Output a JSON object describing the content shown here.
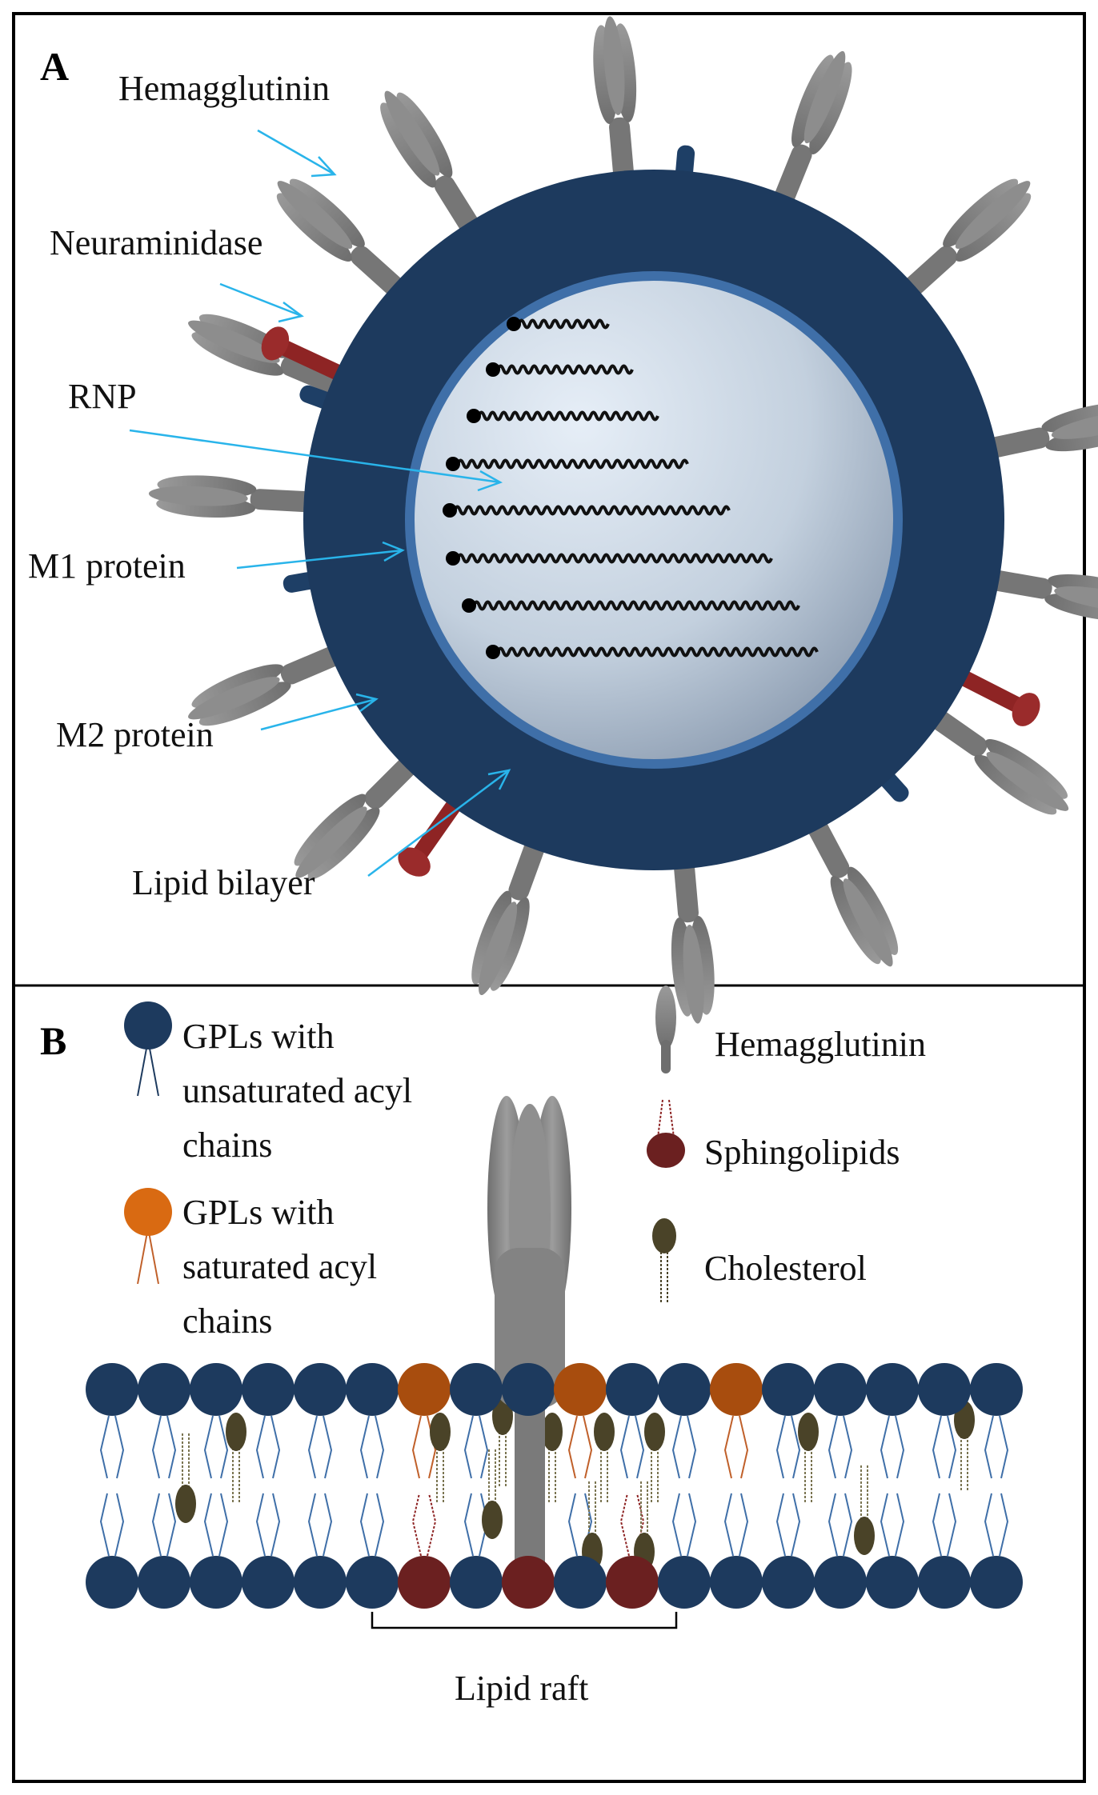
{
  "panel_a": {
    "letter": "A",
    "labels": {
      "hemagglutinin": "Hemagglutinin",
      "neuraminidase": "Neuraminidase",
      "rnp": "RNP",
      "m1": "M1 protein",
      "m2": "M2 protein",
      "lipid": "Lipid bilayer"
    }
  },
  "panel_b": {
    "letter": "B",
    "legend": {
      "gpl_unsat": [
        "GPLs  with",
        "unsaturated acyl",
        "chains"
      ],
      "gpl_sat": [
        "GPLs  with",
        "saturated acyl",
        "chains"
      ],
      "hemagglutinin": "Hemagglutinin",
      "sphingolipids": "Sphingolipids",
      "cholesterol": "Cholesterol"
    },
    "raft_label": "Lipid raft"
  },
  "colors": {
    "envelope": "#1d3a5e",
    "envelope_rim": "#3f6fa8",
    "core_light": "#dfe9f4",
    "core_dark": "#8a9bb0",
    "hemagglutinin": "#808080",
    "neuraminidase": "#8e2424",
    "m2": "#1e3f66",
    "arrow": "#29b4ea",
    "gpl_unsat": "#1d3a5e",
    "gpl_sat": "#a84d0e",
    "sphingolipid": "#6b2020",
    "cholesterol": "#4a4328"
  }
}
